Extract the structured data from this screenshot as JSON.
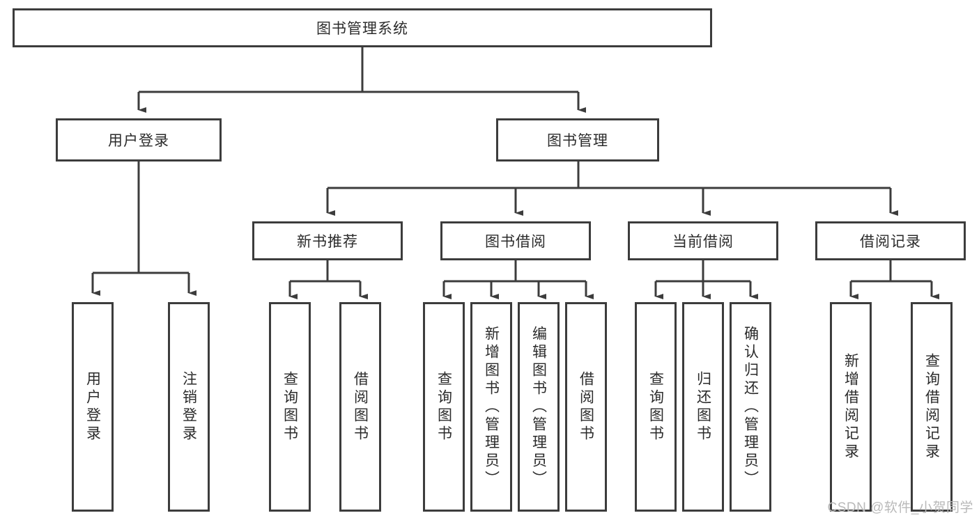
{
  "diagram": {
    "title": "图书管理系统",
    "type": "tree-hierarchy-diagram",
    "root": {
      "label": "图书管理系统"
    },
    "level1": [
      {
        "label": "用户登录"
      },
      {
        "label": "图书管理"
      }
    ],
    "level2": [
      {
        "label": "新书推荐"
      },
      {
        "label": "图书借阅"
      },
      {
        "label": "当前借阅"
      },
      {
        "label": "借阅记录"
      }
    ],
    "leaves": {
      "user_login": [
        {
          "label": "用户登录"
        },
        {
          "label": "注销登录"
        }
      ],
      "new_book_recommend": [
        {
          "label": "查询图书"
        },
        {
          "label": "借阅图书"
        }
      ],
      "book_borrow": [
        {
          "label": "查询图书"
        },
        {
          "label": "新增图书（管理员）"
        },
        {
          "label": "编辑图书（管理员）"
        },
        {
          "label": "借阅图书"
        }
      ],
      "current_borrow": [
        {
          "label": "查询图书"
        },
        {
          "label": "归还图书"
        },
        {
          "label": "确认归还（管理员）"
        }
      ],
      "borrow_record": [
        {
          "label": "新增借阅记录"
        },
        {
          "label": "查询借阅记录"
        }
      ]
    }
  },
  "watermark": {
    "text": "CSDN @软件_小贺同学"
  },
  "colors": {
    "border": "#3c3c3c",
    "text": "#2b2b2b",
    "background": "#ffffff",
    "watermark": "#b9b9b9"
  }
}
